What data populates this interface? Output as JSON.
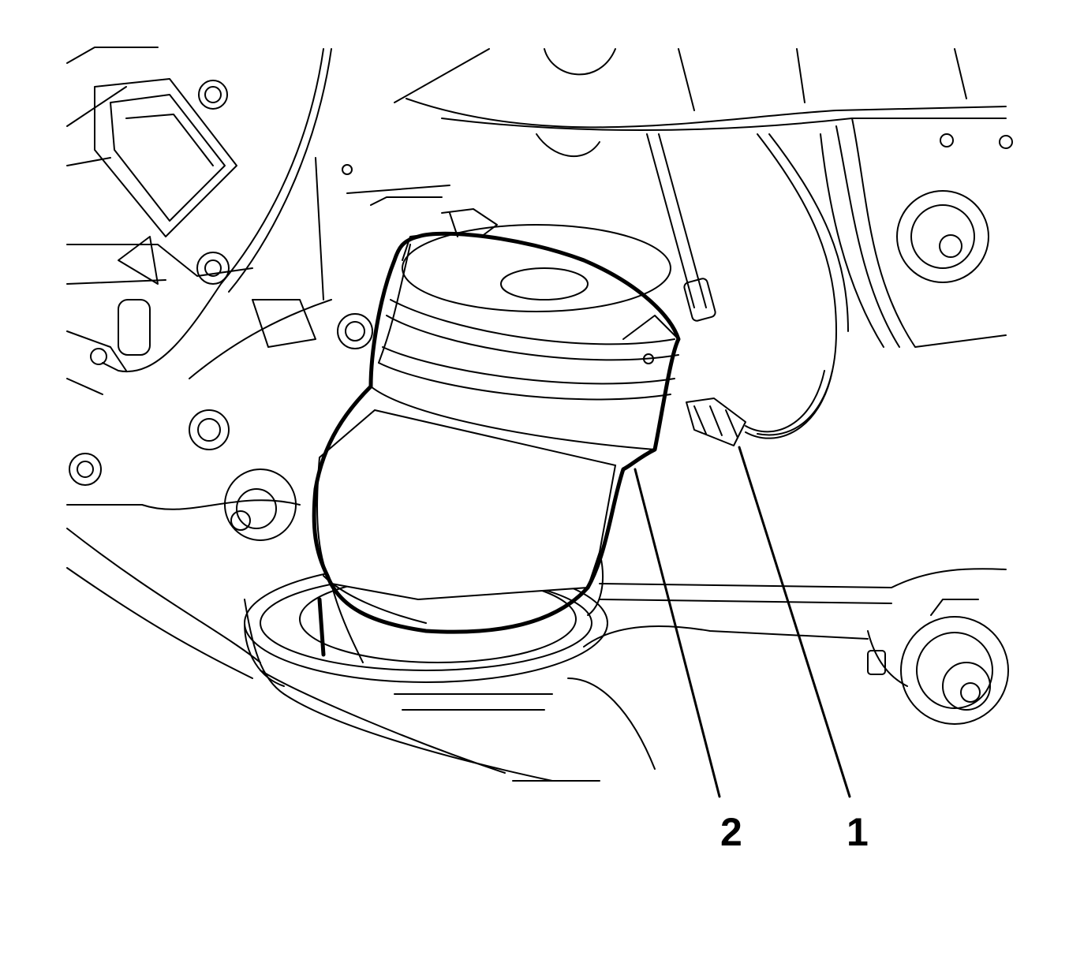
{
  "figure": {
    "background_color": "#ffffff",
    "line_color": "#000000"
  },
  "callouts": [
    {
      "id": "1",
      "label": "1"
    },
    {
      "id": "2",
      "label": "2"
    }
  ]
}
